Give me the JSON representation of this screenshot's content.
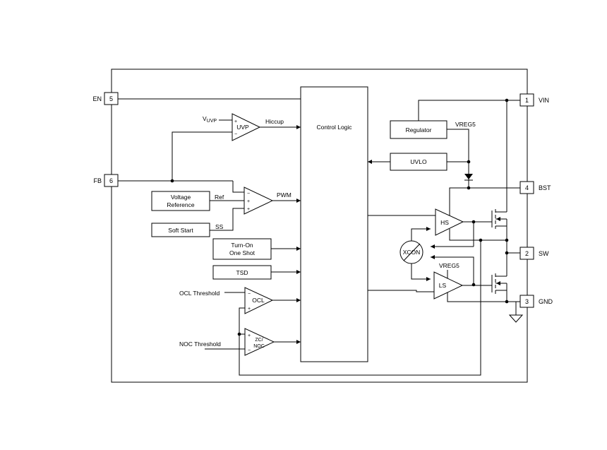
{
  "pins": {
    "en": {
      "name": "EN",
      "number": "5"
    },
    "fb": {
      "name": "FB",
      "number": "6"
    },
    "vin": {
      "name": "VIN",
      "number": "1"
    },
    "bst": {
      "name": "BST",
      "number": "4"
    },
    "sw": {
      "name": "SW",
      "number": "2"
    },
    "gnd": {
      "name": "GND",
      "number": "3"
    }
  },
  "blocks": {
    "control_logic": "Control Logic",
    "regulator": "Regulator",
    "uvlo": "UVLO",
    "voltage_reference_line1": "Voltage",
    "voltage_reference_line2": "Reference",
    "soft_start": "Soft Start",
    "turn_on_line1": "Turn-On",
    "turn_on_line2": "One Shot",
    "tsd": "TSD",
    "xcon": "XCON"
  },
  "amplifiers": {
    "uvp": {
      "label": "UVP",
      "plus": "+",
      "minus": "−"
    },
    "pwm_minus": "−",
    "pwm_plus1": "+",
    "pwm_plus2": "+",
    "ocl": {
      "label": "OCL",
      "plus": "+",
      "minus": "−"
    },
    "zc": {
      "label_line1": "ZC/",
      "label_line2": "NOC",
      "plus": "+",
      "minus": "−"
    },
    "hs": "HS",
    "ls": "LS"
  },
  "signals": {
    "vuvp_main": "V",
    "vuvp_sub": "UVP",
    "hiccup": "Hiccup",
    "pwm": "PWM",
    "ref": "Ref",
    "ss": "SS",
    "vreg5_top": "VREG5",
    "vreg5_bottom": "VREG5",
    "ocl_threshold": "OCL Threshold",
    "noc_threshold": "NOC Threshold"
  }
}
